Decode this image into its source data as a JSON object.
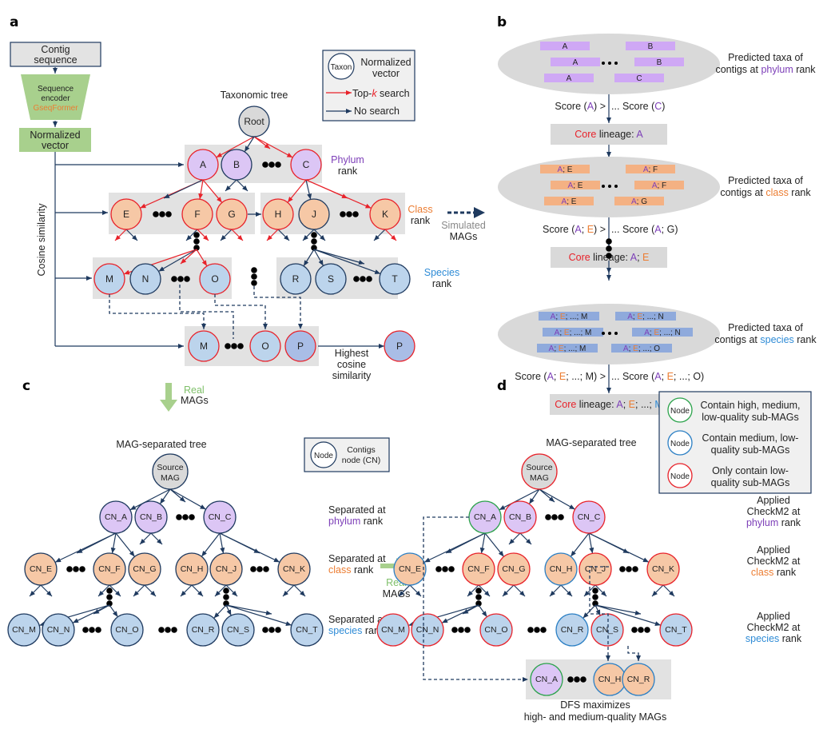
{
  "colors": {
    "navy": "#1f3a5f",
    "red": "#e8222a",
    "green_border": "#2aa24a",
    "blue_border": "#2b7fc4",
    "phylum_fill": "#dcc6f5",
    "class_fill": "#f6c8a6",
    "species_fill": "#bcd4ec",
    "species_dark_fill": "#a9bde6",
    "gray_fill": "#d9d9d9",
    "band": "#e2e2e2",
    "encoder_green": "#a8d08d",
    "phylum_text": "#7d3fb8",
    "class_text": "#ec7d32",
    "species_text": "#2e8bd6",
    "real_green": "#7fc06a",
    "bar_phylum": "#cfa8f5",
    "bar_class": "#f4b183",
    "bar_species": "#8faadc"
  },
  "panel_a": {
    "label": "a",
    "contig_box": [
      "Contig",
      "sequence"
    ],
    "encoder": [
      "Sequence",
      "encoder"
    ],
    "encoder_name": "GseqFormer",
    "normalized_box": [
      "Normalized",
      "vector"
    ],
    "cosine_label": "Cosine similarity",
    "tree_title": "Taxonomic tree",
    "root": "Root",
    "legend": {
      "node_text": "Taxon",
      "node_desc": [
        "Normalized",
        "vector"
      ],
      "red_prefix": "Top-",
      "red_k": "k",
      "red_suffix": " search",
      "blue": "No search"
    },
    "phylum_nodes": [
      "A",
      "B",
      "C"
    ],
    "class_nodes": [
      "E",
      "F",
      "G",
      "H",
      "J",
      "K"
    ],
    "species_nodes": [
      "M",
      "N",
      "O",
      "R",
      "S",
      "T"
    ],
    "final_nodes": [
      "M",
      "O",
      "P"
    ],
    "result_node": "P",
    "rank_phylum": [
      "Phylum",
      "rank"
    ],
    "rank_class": [
      "Class",
      "rank"
    ],
    "rank_species": [
      "Species",
      "rank"
    ],
    "highest": [
      "Highest",
      "cosine",
      "similarity"
    ],
    "simulated": [
      "Simulated",
      "MAGs"
    ],
    "real": [
      "Real",
      "MAGs"
    ]
  },
  "panel_b": {
    "label": "b",
    "steps": [
      {
        "bars": [
          "A",
          "B",
          "A",
          "B",
          "A",
          "C"
        ],
        "desc1": "Predicted taxa of",
        "desc2_prefix": "contigs at ",
        "desc2_rank": "phylum",
        "desc2_suffix": " rank",
        "score_left": "Score (A) >",
        "score_right": "... Score (C)",
        "core_word": "Core",
        "core_rest": " lineage: ",
        "core_value": "A"
      },
      {
        "bars": [
          "A; E",
          "A; F",
          "A; E",
          "A; F",
          "A; E",
          "A; G"
        ],
        "desc1": "Predicted taxa of",
        "desc2_prefix": "contigs at ",
        "desc2_rank": "class",
        "desc2_suffix": " rank",
        "score_left": "Score (A; E) >",
        "score_right": "... Score (A; G)",
        "core_word": "Core",
        "core_rest": " lineage: ",
        "core_value": "A; E"
      },
      {
        "bars": [
          "A; E; ...; M",
          "A; E; ...; N",
          "A; E; ...; M",
          "A; E; ...; N",
          "A; E; ...; M",
          "A; E; ...; O"
        ],
        "desc1": "Predicted taxa of",
        "desc2_prefix": "contigs at ",
        "desc2_rank": "species",
        "desc2_suffix": " rank",
        "score_left": "Score (A; E; ...; M) >",
        "score_right": "... Score (A; E; ...; O)",
        "core_word": "Core",
        "core_rest": " lineage: ",
        "core_value": "A; E; ...; M"
      }
    ]
  },
  "panel_c": {
    "label": "c",
    "title": "MAG-separated tree",
    "source": [
      "Source",
      "MAG"
    ],
    "legend": {
      "node_text": "Node",
      "desc": [
        "Contigs",
        "node (CN)"
      ]
    },
    "phylum_nodes": [
      "CN_A",
      "CN_B",
      "CN_C"
    ],
    "class_nodes": [
      "CN_E",
      "CN_F",
      "CN_G",
      "CN_H",
      "CN_J",
      "CN_K"
    ],
    "species_nodes": [
      "CN_M",
      "CN_N",
      "CN_O",
      "CN_R",
      "CN_S",
      "CN_T"
    ],
    "sep_prefix": "Separated at",
    "rank_words": [
      "phylum",
      "class",
      "species"
    ],
    "rank_suffix": " rank"
  },
  "panel_d": {
    "label": "d",
    "title": "MAG-separated tree",
    "source": [
      "Source",
      "MAG"
    ],
    "legend": [
      {
        "node_text": "Node",
        "quality": "high",
        "desc": [
          "Contain high, medium,",
          "low-quality sub-MAGs"
        ]
      },
      {
        "node_text": "Node",
        "quality": "medium",
        "desc": [
          "Contain medium, low-",
          "quality sub-MAGs"
        ]
      },
      {
        "node_text": "Node",
        "quality": "low",
        "desc": [
          "Only contain low-",
          "quality sub-MAGs"
        ]
      }
    ],
    "phylum_nodes": [
      "CN_A",
      "CN_B",
      "CN_C"
    ],
    "phylum_quality": [
      "high",
      "low",
      "low"
    ],
    "class_nodes": [
      "CN_E",
      "CN_F",
      "CN_G",
      "CN_H",
      "CN_J",
      "CN_K"
    ],
    "class_quality": [
      "medium",
      "low",
      "low",
      "medium",
      "low",
      "low"
    ],
    "species_nodes": [
      "CN_M",
      "CN_N",
      "CN_O",
      "CN_R",
      "CN_S",
      "CN_T"
    ],
    "species_quality": [
      "low",
      "low",
      "low",
      "medium",
      "low",
      "low"
    ],
    "result_nodes": [
      "CN_A",
      "CN_H",
      "CN_R"
    ],
    "result_quality": [
      "high",
      "medium",
      "medium"
    ],
    "applied": [
      "Applied",
      "CheckM2 at"
    ],
    "rank_words": [
      "phylum",
      "class",
      "species"
    ],
    "rank_suffix": " rank",
    "dfs": [
      "DFS maximizes",
      "high- and medium-quality MAGs"
    ],
    "real": [
      "Real",
      "MAGs"
    ]
  }
}
